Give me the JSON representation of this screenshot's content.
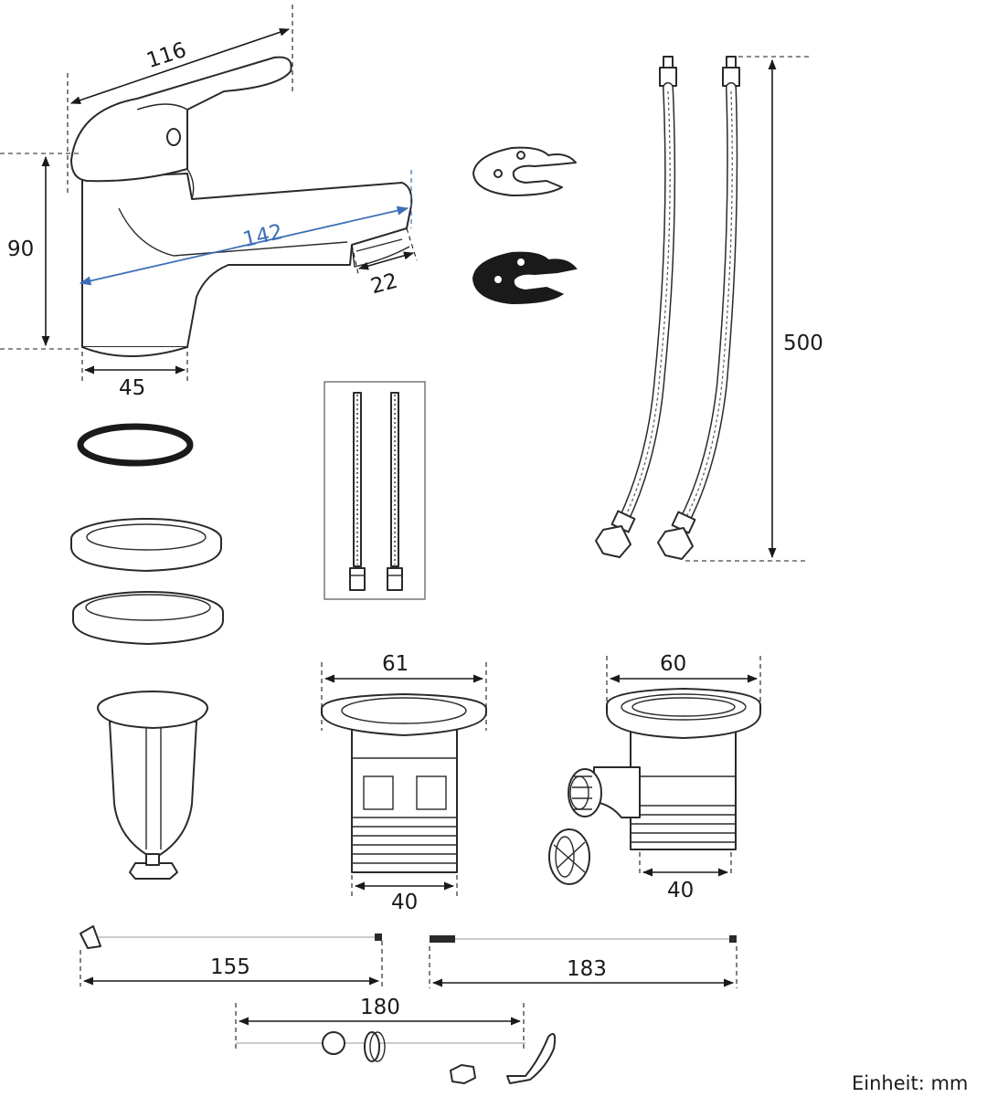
{
  "colors": {
    "line": "#2a2a2a",
    "accent": "#3d6fb8",
    "background": "#ffffff"
  },
  "dimensions": {
    "faucet_width": "116",
    "faucet_height": "90",
    "spout_length": "142",
    "spout_tip": "22",
    "base_diameter": "45",
    "hose_length": "500",
    "popup_drain_top": "61",
    "popup_drain_bottom": "40",
    "overflow_drain_top": "60",
    "overflow_drain_bottom": "40",
    "pull_rod": "155",
    "lift_rod": "183",
    "pivot_rod": "180"
  },
  "unit_label": "Einheit: mm"
}
